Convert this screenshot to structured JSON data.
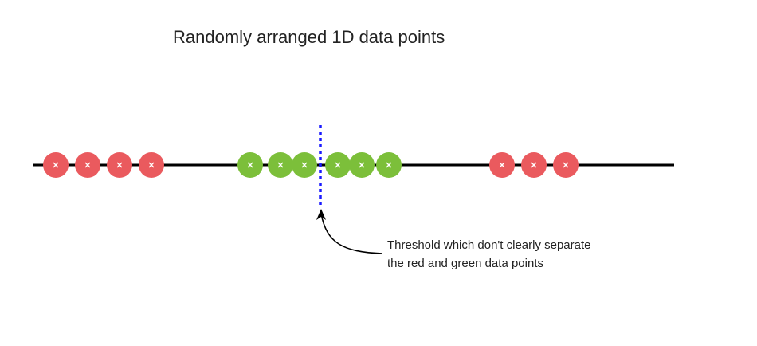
{
  "title": "Randomly arranged 1D data points",
  "annotation": {
    "line1": "Threshold which don't clearly separate",
    "line2": "the red and green data points"
  },
  "colors": {
    "red": "#ea5a5e",
    "green": "#7cbf3a",
    "axis": "#000000",
    "threshold": "#1a1aff",
    "arrow": "#000000",
    "marker": "#ffffff"
  },
  "points": [
    {
      "class": "red"
    },
    {
      "class": "red"
    },
    {
      "class": "red"
    },
    {
      "class": "red"
    },
    {
      "class": "green"
    },
    {
      "class": "green"
    },
    {
      "class": "green"
    },
    {
      "class": "green"
    },
    {
      "class": "green"
    },
    {
      "class": "green"
    },
    {
      "class": "red"
    },
    {
      "class": "red"
    },
    {
      "class": "red"
    }
  ]
}
